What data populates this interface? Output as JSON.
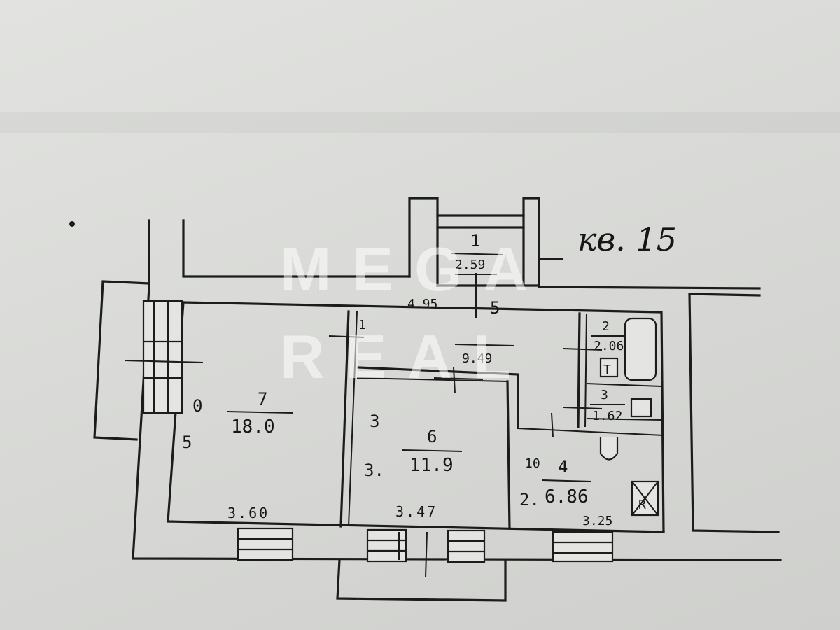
{
  "plan": {
    "title": "кв. 15",
    "rooms": [
      {
        "number": "1",
        "area": "2.59"
      },
      {
        "number": "2",
        "area": "2.06"
      },
      {
        "number": "3",
        "area": "1.62"
      },
      {
        "number": "4",
        "area": "6.86"
      },
      {
        "number": "5",
        "area": "9.49"
      },
      {
        "number": "6",
        "area": "11.9"
      },
      {
        "number": "7",
        "area": "18.0"
      }
    ],
    "dimensions": {
      "room7_width": "3.60",
      "room6_width": "3.47",
      "room4_width": "3.25",
      "corridor_length": "4.95",
      "room7_side_a": "5",
      "room7_side_b": "0",
      "room6_side_a": "3.",
      "room6_side_b": "3",
      "room4_side_a": "2.",
      "room4_side_b": "10",
      "corridor_side": "1"
    },
    "fixture_marks": {
      "toilet": "T",
      "stove": "R"
    }
  },
  "watermark": {
    "line1": "MEGA",
    "line2": "REAL"
  }
}
